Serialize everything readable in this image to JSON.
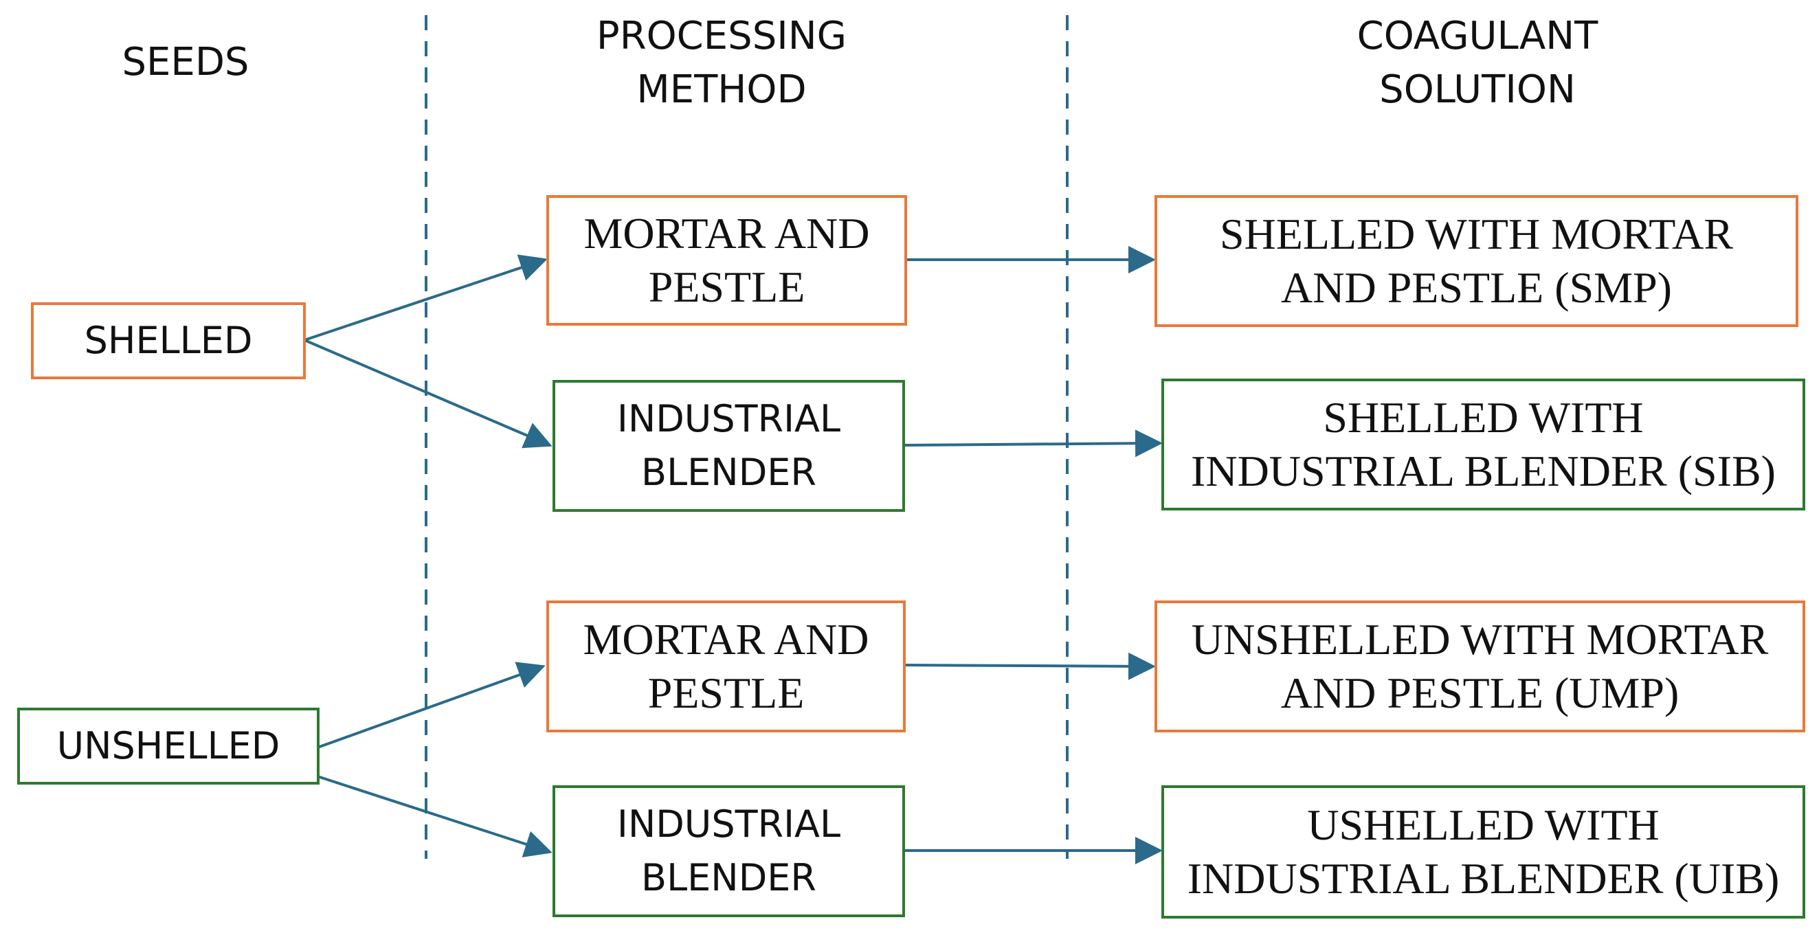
{
  "headers": {
    "seeds": "SEEDS",
    "processing": "PROCESSING\nMETHOD",
    "solution": "COAGULANT\nSOLUTION"
  },
  "seeds": {
    "shelled": "SHELLED",
    "unshelled": "UNSHELLED"
  },
  "methods": {
    "shelled_mortar": "MORTAR AND\nPESTLE",
    "shelled_blender": "INDUSTRIAL\nBLENDER",
    "unshelled_mortar": "MORTAR AND\nPESTLE",
    "unshelled_blender": "INDUSTRIAL\nBLENDER"
  },
  "solutions": {
    "smp": "SHELLED WITH MORTAR\nAND PESTLE (SMP)",
    "sib": "SHELLED WITH\nINDUSTRIAL BLENDER (SIB)",
    "ump": "UNSHELLED WITH MORTAR\nAND PESTLE (UMP)",
    "uib": "USHELLED WITH\nINDUSTRIAL BLENDER (UIB)"
  },
  "colors": {
    "orange_border": "#e8793a",
    "green_border": "#2e7a2e",
    "arrow": "#2b6a8a",
    "divider": "#2b6a8a"
  },
  "icons": {
    "connector": "arrow-right"
  }
}
